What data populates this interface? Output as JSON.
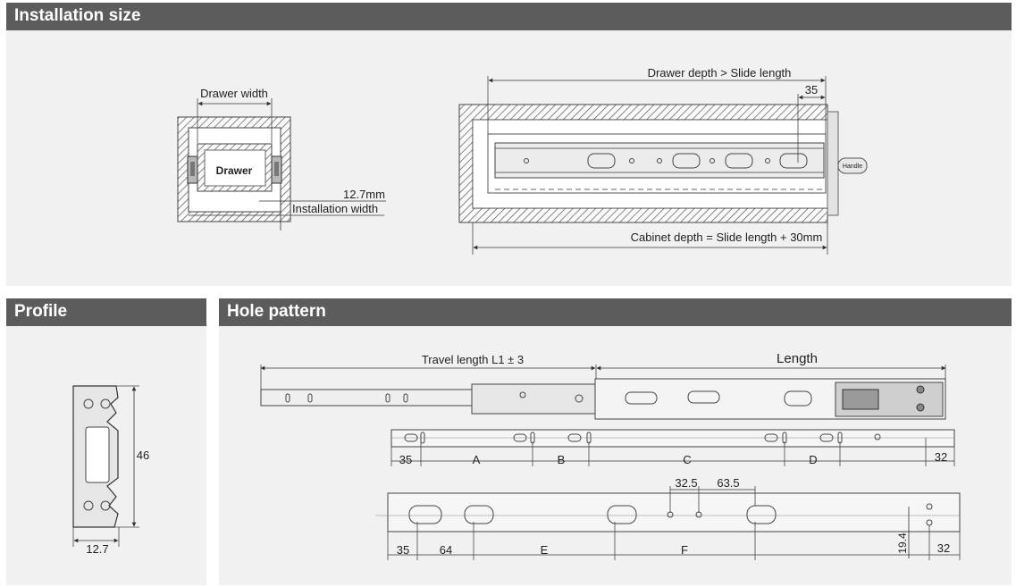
{
  "sections": {
    "installation": "Installation size",
    "profile": "Profile",
    "hole_pattern": "Hole pattern"
  },
  "installation": {
    "drawer_width": "Drawer width",
    "drawer": "Drawer",
    "clearance": "12.7mm",
    "installation_width": "Installation width",
    "drawer_depth": "Drawer depth > Slide length",
    "dim_35": "35",
    "handle": "Handle",
    "cabinet_depth": "Cabinet depth = Slide length + 30mm"
  },
  "profile": {
    "height": "46",
    "width": "12.7"
  },
  "hole_pattern": {
    "travel": "Travel length L1 ± 3",
    "length": "Length",
    "row1": [
      "35",
      "A",
      "B",
      "C",
      "D",
      "32"
    ],
    "row2": [
      "35",
      "64",
      "E",
      "F",
      "32"
    ],
    "top_dims": [
      "32.5",
      "63.5"
    ],
    "side_dim": "19.4"
  },
  "colors": {
    "header": "#5c5c5c",
    "panel": "#f1f1f1",
    "line": "#333333"
  }
}
